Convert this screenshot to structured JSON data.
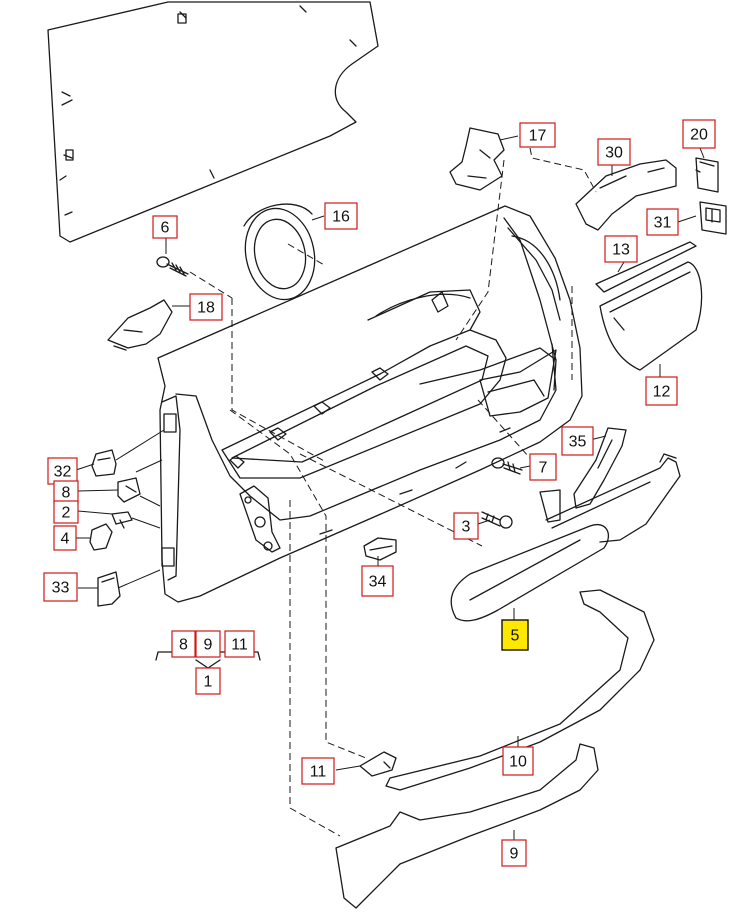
{
  "diagram": {
    "colors": {
      "line": "#1a1a1a",
      "callout_border": "#d01818",
      "callout_text": "#111111",
      "highlight_fill": "#ffe800",
      "highlight_border": "#111111"
    },
    "callouts": {
      "c1": "1",
      "c2": "2",
      "c3": "3",
      "c4": "4",
      "c5": "5",
      "c6": "6",
      "c7": "7",
      "c8a": "8",
      "c8b": "8",
      "c9a": "9",
      "c9b": "9",
      "c10": "10",
      "c11a": "11",
      "c11b": "11",
      "c12": "12",
      "c13": "13",
      "c16": "16",
      "c17": "17",
      "c18": "18",
      "c20": "20",
      "c30": "30",
      "c31": "31",
      "c32": "32",
      "c33": "33",
      "c34": "34",
      "c35": "35"
    },
    "highlighted_part": "5"
  }
}
